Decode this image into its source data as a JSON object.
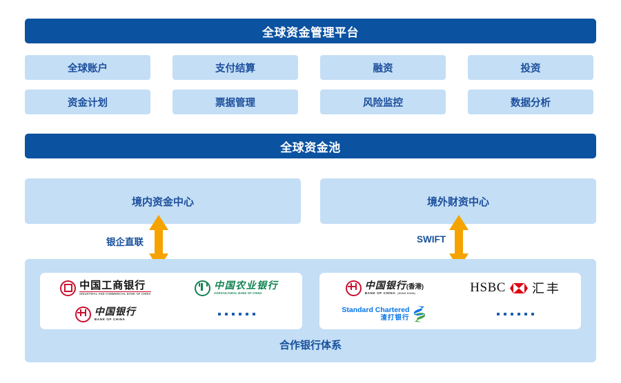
{
  "banners": {
    "platform": "全球资金管理平台",
    "pool": "全球资金池"
  },
  "modules": {
    "row1": [
      {
        "label": "全球账户"
      },
      {
        "label": "支付结算"
      },
      {
        "label": "融资"
      },
      {
        "label": "投资"
      }
    ],
    "row2": [
      {
        "label": "资金计划"
      },
      {
        "label": "票据管理"
      },
      {
        "label": "风险监控"
      },
      {
        "label": "数据分析"
      }
    ]
  },
  "centers": [
    {
      "label": "境内资金中心"
    },
    {
      "label": "境外财资中心"
    }
  ],
  "connectors": [
    {
      "label": "银企直联",
      "icon": "double-arrow-vertical-icon"
    },
    {
      "label": "SWIFT",
      "icon": "double-arrow-vertical-icon"
    }
  ],
  "bank_system": {
    "caption": "合作银行体系",
    "domestic_banks": [
      {
        "cn": "中国工商银行",
        "en": "INDUSTRIAL AND COMMERCIAL BANK OF CHINA",
        "mark": "icbc-logo"
      },
      {
        "cn": "中国农业银行",
        "en": "AGRICULTURAL BANK OF CHINA",
        "mark": "abc-logo"
      },
      {
        "cn": "中国银行",
        "en": "BANK OF CHINA",
        "mark": "boc-logo"
      },
      {
        "cn": "……",
        "en": "",
        "mark": "more-dots"
      }
    ],
    "overseas_banks": [
      {
        "cn": "中国银行",
        "suffix": "(香港)",
        "en": "BANK OF CHINA",
        "en_suffix": "(HONG KONG)",
        "mark": "boc-hk-logo"
      },
      {
        "cn": "汇丰",
        "en": "HSBC",
        "mark": "hsbc-logo"
      },
      {
        "cn": "渣打银行",
        "en": "Standard Chartered",
        "mark": "standard-chartered-logo"
      },
      {
        "cn": "……",
        "en": "",
        "mark": "more-dots"
      }
    ]
  },
  "colors": {
    "banner_blue": "#0b52a0",
    "panel_blue": "#c3def5",
    "text_blue": "#17509b",
    "arrow_orange": "#f5a300",
    "icbc_red": "#c8102e",
    "abc_green": "#0f8250",
    "hsbc_red": "#db0011",
    "sc_blue": "#0473ea",
    "sc_green": "#41a441"
  }
}
